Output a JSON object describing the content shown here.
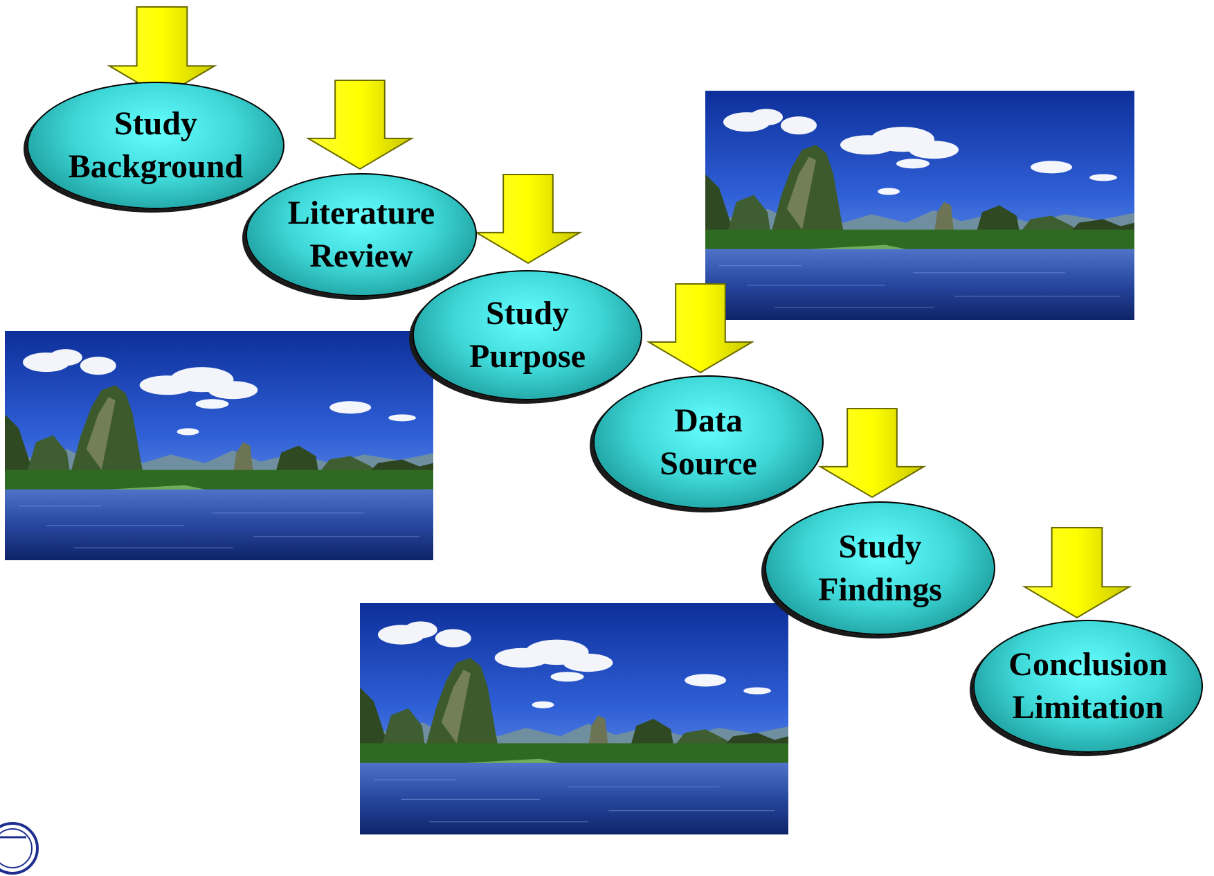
{
  "nodes": [
    {
      "id": "study-background",
      "line1": "Study",
      "line2": "Background"
    },
    {
      "id": "literature-review",
      "line1": "Literature",
      "line2": "Review"
    },
    {
      "id": "study-purpose",
      "line1": "Study",
      "line2": "Purpose"
    },
    {
      "id": "data-source",
      "line1": "Data",
      "line2": "Source"
    },
    {
      "id": "study-findings",
      "line1": "Study",
      "line2": "Findings"
    },
    {
      "id": "conclusion-limitation",
      "line1": "Conclusion",
      "line2": "Limitation"
    }
  ],
  "colors": {
    "arrow_fill": "#ffff00",
    "arrow_stroke": "#6b6b00",
    "node_fill": "#3fd8d8",
    "node_highlight": "#66ffff",
    "node_edge": "#0f6f6f"
  },
  "images": [
    {
      "id": "landscape-top-right",
      "subject": "karst-river-landscape"
    },
    {
      "id": "landscape-middle-left",
      "subject": "karst-river-landscape"
    },
    {
      "id": "landscape-bottom-center",
      "subject": "karst-river-landscape"
    }
  ],
  "icons": [
    "down-arrow-icon",
    "university-seal-icon"
  ]
}
